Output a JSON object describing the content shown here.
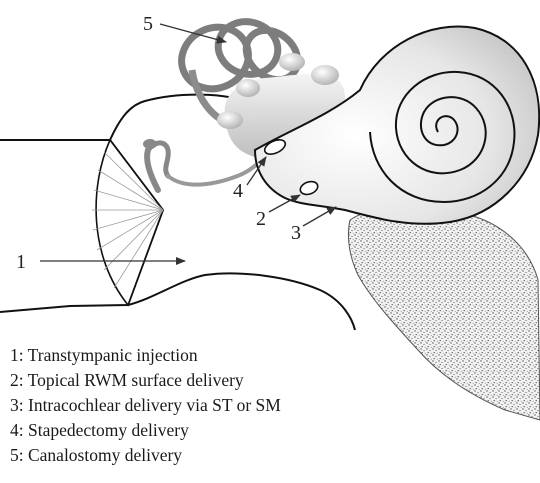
{
  "callouts": {
    "n1": "1",
    "n2": "2",
    "n3": "3",
    "n4": "4",
    "n5": "5"
  },
  "legend": [
    {
      "number": "1",
      "text": "1: Transtympanic injection"
    },
    {
      "number": "2",
      "text": "2: Topical RWM surface delivery"
    },
    {
      "number": "3",
      "text": "3: Intracochlear delivery via ST or SM"
    },
    {
      "number": "4",
      "text": "4: Stapedectomy delivery"
    },
    {
      "number": "5",
      "text": "5: Canalostomy delivery"
    }
  ]
}
